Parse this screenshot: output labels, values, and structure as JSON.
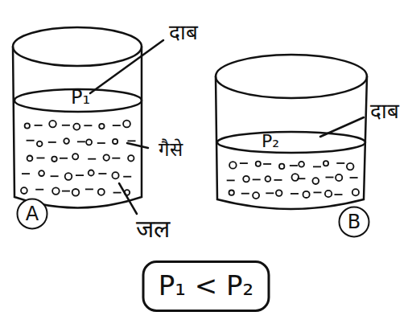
{
  "diagram": {
    "nodes": [
      {
        "text": [
          "A"
        ]
      },
      {
        "text": [
          "B"
        ]
      },
      {
        "text": [
          "P₁ < P₂"
        ]
      }
    ],
    "labels": [
      "दाब",
      "P₁",
      "गैसे",
      "जल",
      "दाब",
      "P₂"
    ]
  }
}
